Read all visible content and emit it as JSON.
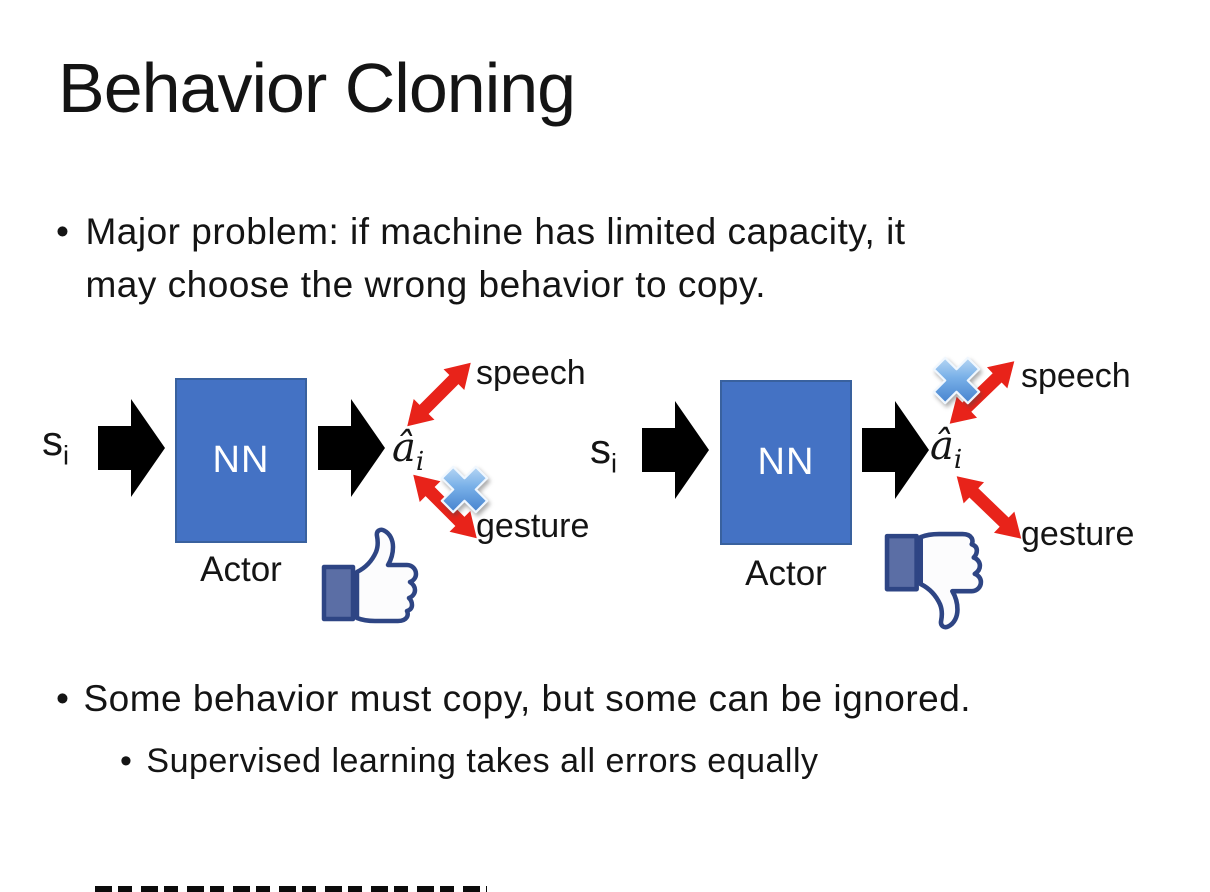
{
  "slide": {
    "title": "Behavior Cloning",
    "bullet_char": "•",
    "bullets": {
      "major_problem": "Major problem: if machine has limited capacity, it may choose the wrong behavior to copy.",
      "some_behavior": "Some behavior must copy, but some can be ignored.",
      "supervised": "Supervised learning takes all errors equally"
    }
  },
  "diagram": {
    "input_label": "s",
    "input_subscript": "i",
    "nn_label": "NN",
    "actor_label": "Actor",
    "output_label": "â",
    "output_subscript": "i",
    "speech_label": "speech",
    "gesture_label": "gesture",
    "left_variant": {
      "crossed_out": "gesture",
      "feedback": "thumbs-up"
    },
    "right_variant": {
      "crossed_out": "speech",
      "feedback": "thumbs-down"
    }
  },
  "colors": {
    "nn_box_fill": "#4472C4",
    "nn_box_border": "#39619E",
    "flow_arrow": "#000000",
    "red_arrow": "#E8231A",
    "cross_blue_light": "#D9EBFB",
    "cross_blue_dark": "#2F6FC4",
    "thumb_outline": "#2E4584",
    "thumb_cuff": "#5B6EA5",
    "text": "#141414"
  }
}
